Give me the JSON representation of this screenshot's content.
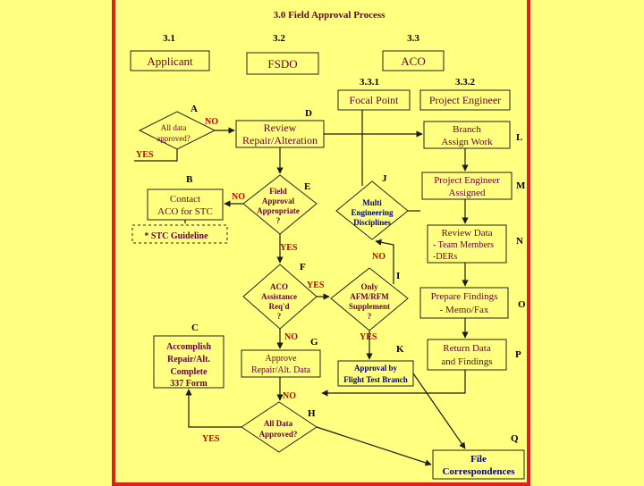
{
  "title": "3.0 Field Approval Process",
  "columns": {
    "c31": "3.1",
    "c32": "3.2",
    "c33": "3.3",
    "c331": "3.3.1",
    "c332": "3.3.2"
  },
  "headers": {
    "applicant": "Applicant",
    "fsdo": "FSDO",
    "aco": "ACO",
    "focal_point": "Focal Point",
    "project_engineer": "Project Engineer"
  },
  "letters": {
    "A": "A",
    "B": "B",
    "C": "C",
    "D": "D",
    "E": "E",
    "F": "F",
    "G": "G",
    "H": "H",
    "I": "I",
    "J": "J",
    "K": "K",
    "L": "L",
    "M": "M",
    "N": "N",
    "O": "O",
    "P": "P",
    "Q": "Q"
  },
  "nodes": {
    "all_data_approved_1": [
      "All data",
      "approved?"
    ],
    "review": [
      "Review",
      "Repair/Alteration"
    ],
    "contact_aco": [
      "Contact",
      "ACO for STC"
    ],
    "stc_guideline": "* STC Guideline",
    "field_approval": [
      "Field",
      "Approval",
      "Appropriate",
      "?"
    ],
    "multi_eng": [
      "Multi",
      "Engineering",
      "Disciplines"
    ],
    "aco_assist": [
      "ACO",
      "Assistance",
      "Req'd",
      "?"
    ],
    "only_afm": [
      "Only",
      "AFM/RFM",
      "Supplement",
      "?"
    ],
    "accomplish": [
      "Accomplish",
      "Repair/Alt.",
      "Complete",
      "337 Form"
    ],
    "approve": [
      "Approve",
      "Repair/Alt. Data"
    ],
    "approval_ftb": [
      "Approval by",
      "Flight Test Branch"
    ],
    "all_data_approved_2": [
      "All Data",
      "Approved?"
    ],
    "branch_assign": [
      "Branch",
      "Assign Work"
    ],
    "pe_assigned": [
      "Project Engineer",
      "Assigned"
    ],
    "review_data": "Review Data",
    "review_data_items": [
      "- Team Members",
      "-DERs"
    ],
    "prepare_findings": [
      "Prepare Findings",
      "- Memo/Fax"
    ],
    "return_data": [
      "Return Data",
      "and Findings"
    ],
    "file_corr": [
      "File",
      "Correspondences"
    ]
  },
  "edge_labels": {
    "no_1": "NO",
    "yes_1": "YES",
    "no_2": "NO",
    "yes_2": "YES",
    "no_3": "NO",
    "yes_3": "YES",
    "no_4": "NO",
    "yes_4": "YES",
    "no_5": "NO",
    "yes_5": "YES"
  },
  "colors": {
    "background": "#ffff80",
    "border": "#e02020",
    "text_maroon": "#6a0030",
    "text_navy": "#000070",
    "label_red": "#c00000",
    "arrow": "#1a1a1a"
  }
}
